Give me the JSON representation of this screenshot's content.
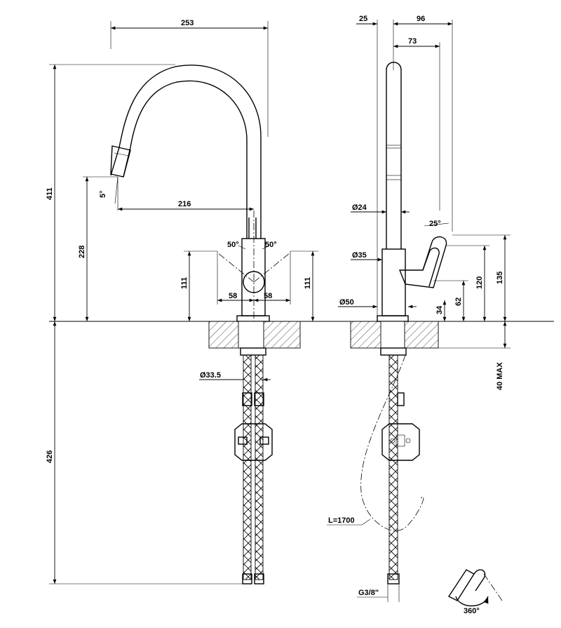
{
  "drawing": {
    "front_view": {
      "overall_width": "253",
      "overall_height": "411",
      "spout_reach": "216",
      "spout_tilt": "5°",
      "spout_height": "228",
      "lever_angle_left": "50°",
      "lever_angle_right": "50°",
      "body_height_left": "111",
      "body_height_right": "111",
      "lever_offset_left": "58",
      "lever_offset_right": "58",
      "shank_diameter": "Ø33.5",
      "below_deck_length": "426"
    },
    "side_view": {
      "top_offset": "25",
      "total_depth": "96",
      "spout_depth": "73",
      "spout_diameter": "Ø24",
      "lever_angle": "25°",
      "body_diameter": "Ø35",
      "base_diameter": "Ø50",
      "height_135": "135",
      "height_120": "120",
      "height_62": "62",
      "height_34": "34",
      "deck_thickness": "40 MAX",
      "hose_length": "L=1700",
      "connection": "G3/8\""
    },
    "rotation_label": "360°"
  }
}
